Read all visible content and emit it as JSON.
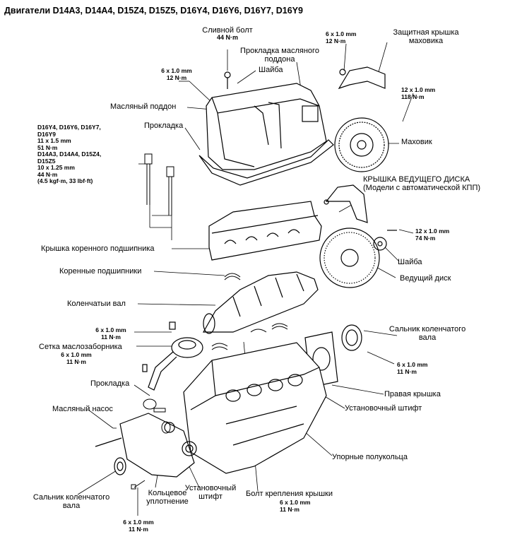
{
  "title": "Двигатели D14A3, D14A4, D15Z4, D15Z5, D16Y4, D16Y6, D16Y7, D16Y9",
  "labels": {
    "drain_bolt": "Сливной болт",
    "drain_bolt_torque": "44 N·m",
    "oil_pan_gasket_1": "Прокладка масляного",
    "oil_pan_gasket_2": "поддона",
    "washer_top": "Шайба",
    "oil_pan": "Масляный поддон",
    "gasket_top": "Прокладка",
    "flywheel_cover_1": "Защитная крышка",
    "flywheel_cover_2": "маховика",
    "flywheel": "Маховик",
    "drive_plate_cover_1": "КРЫШКА ВЕДУЩЕГО ДИСКА",
    "drive_plate_cover_2": "(Модели с автоматической КПП)",
    "washer_right": "Шайба",
    "drive_plate": "Ведущий диск",
    "main_bearing_cap": "Крышка коренного подшипника",
    "main_bearings": "Коренные подшипники",
    "crankshaft": "Коленчатыи вал",
    "crank_seal_right_1": "Сальник коленчатого",
    "crank_seal_right_2": "вала",
    "oil_strainer": "Сетка маслозаборника",
    "gasket_bottom": "Прокладка",
    "right_cover": "Правая крышка",
    "dowel_right": "Установочный штифт",
    "oil_pump": "Масляный насос",
    "thrust_washers": "Упорные полукольца",
    "crank_seal_left_1": "Сальник коленчатого",
    "crank_seal_left_2": "вала",
    "o_ring_1": "Кольцевое",
    "o_ring_2": "уплотнение",
    "dowel_bottom_1": "Установочный",
    "dowel_bottom_2": "штифт",
    "cover_bolt": "Болт крепления крышки"
  },
  "specs": {
    "pan_bolt_size": "6 x 1.0 mm",
    "pan_bolt_torque": "12 N·m",
    "cover_top_size": "6 x 1.0 mm",
    "cover_top_torque": "12 N·m",
    "flywheel_bolt_size": "12 x 1.0 mm",
    "flywheel_bolt_torque": "118 N·m",
    "drive_plate_bolt_size": "12 x 1.0 mm",
    "drive_plate_bolt_torque": "74 N·m",
    "cap_bolt_models_a_1": "D16Y4, D16Y6, D16Y7,",
    "cap_bolt_models_a_2": "D16Y9",
    "cap_bolt_size_a": "11 x 1.5 mm",
    "cap_bolt_torque_a": "51 N·m",
    "cap_bolt_models_b_1": "D14A3, D14A4, D15Z4,",
    "cap_bolt_models_b_2": "D15Z5",
    "cap_bolt_size_b": "10 x 1.25 mm",
    "cap_bolt_torque_b": "44 N·m",
    "cap_bolt_torque_b_alt": "(4.5 kgf·m, 33 lbf·ft)",
    "strainer_bolt_size": "6 x 1.0 mm",
    "strainer_bolt_torque": "11 N·m",
    "strainer_size": "6 x 1.0 mm",
    "strainer_torque": "11 N·m",
    "seal_cover_size": "6 x 1.0 mm",
    "seal_cover_torque": "11 N·m",
    "pump_bolt_size": "6 x 1.0 mm",
    "pump_bolt_torque": "11 N·m",
    "cover_bolt_size": "6 x 1.0 mm",
    "cover_bolt_torque": "11 N·m"
  }
}
